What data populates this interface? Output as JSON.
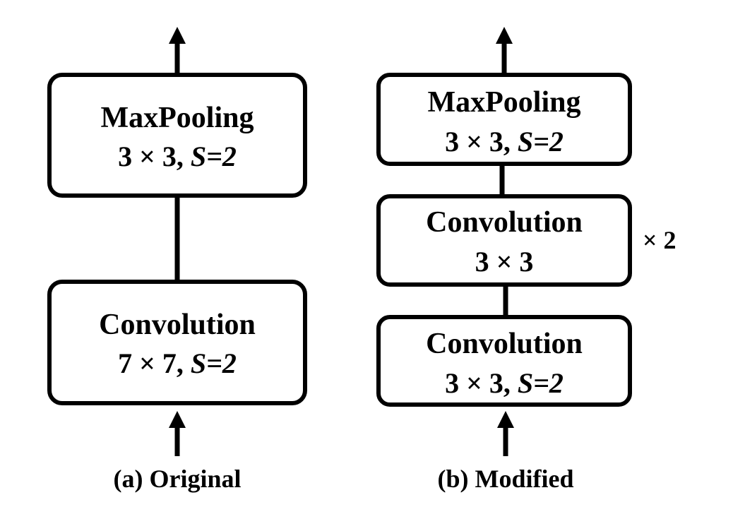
{
  "original": {
    "caption": "(a) Original",
    "pool": {
      "name": "MaxPooling",
      "size": "3 × 3, ",
      "stride": "S",
      "stride_val": "=2"
    },
    "conv": {
      "name": "Convolution",
      "size": "7 × 7, ",
      "stride": "S",
      "stride_val": "=2"
    }
  },
  "modified": {
    "caption": "(b) Modified",
    "pool": {
      "name": "MaxPooling",
      "size": "3 × 3, ",
      "stride": "S",
      "stride_val": "=2"
    },
    "conv_repeat": {
      "name": "Convolution",
      "size": "3 × 3"
    },
    "repeat_label": "× 2",
    "conv_first": {
      "name": "Convolution",
      "size": "3 × 3, ",
      "stride": "S",
      "stride_val": "=2"
    }
  }
}
